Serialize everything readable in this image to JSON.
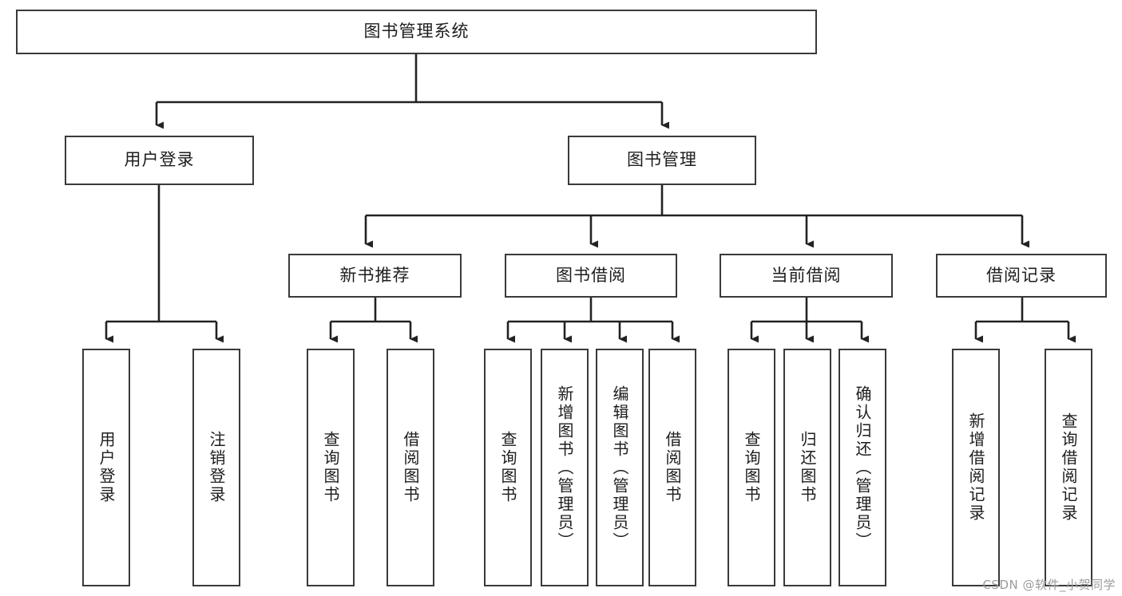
{
  "diagram": {
    "title": "图书管理系统",
    "type": "hierarchy-tree",
    "watermark": "CSDN @软件_小贺同学",
    "colors": {
      "box_border": "#3a3a3a",
      "box_fill": "#ffffff",
      "edge": "#222222",
      "text": "#1d1d1d",
      "watermark": "#9b9b9b"
    },
    "levels": {
      "root": {
        "label": "图书管理系统"
      },
      "level2": [
        {
          "label": "用户登录"
        },
        {
          "label": "图书管理"
        }
      ],
      "level3": [
        {
          "label": "新书推荐"
        },
        {
          "label": "图书借阅"
        },
        {
          "label": "当前借阅"
        },
        {
          "label": "借阅记录"
        }
      ],
      "leaves": {
        "user_login": [
          {
            "label": "用户登录"
          },
          {
            "label": "注销登录"
          }
        ],
        "new_book_recommend": [
          {
            "label": "查询图书"
          },
          {
            "label": "借阅图书"
          }
        ],
        "book_borrow": [
          {
            "label": "查询图书"
          },
          {
            "label": "新增图书（管理员）"
          },
          {
            "label": "编辑图书（管理员）"
          },
          {
            "label": "借阅图书"
          }
        ],
        "current_borrow": [
          {
            "label": "查询图书"
          },
          {
            "label": "归还图书"
          },
          {
            "label": "确认归还（管理员）"
          }
        ],
        "borrow_record": [
          {
            "label": "新增借阅记录"
          },
          {
            "label": "查询借阅记录"
          }
        ]
      }
    }
  }
}
